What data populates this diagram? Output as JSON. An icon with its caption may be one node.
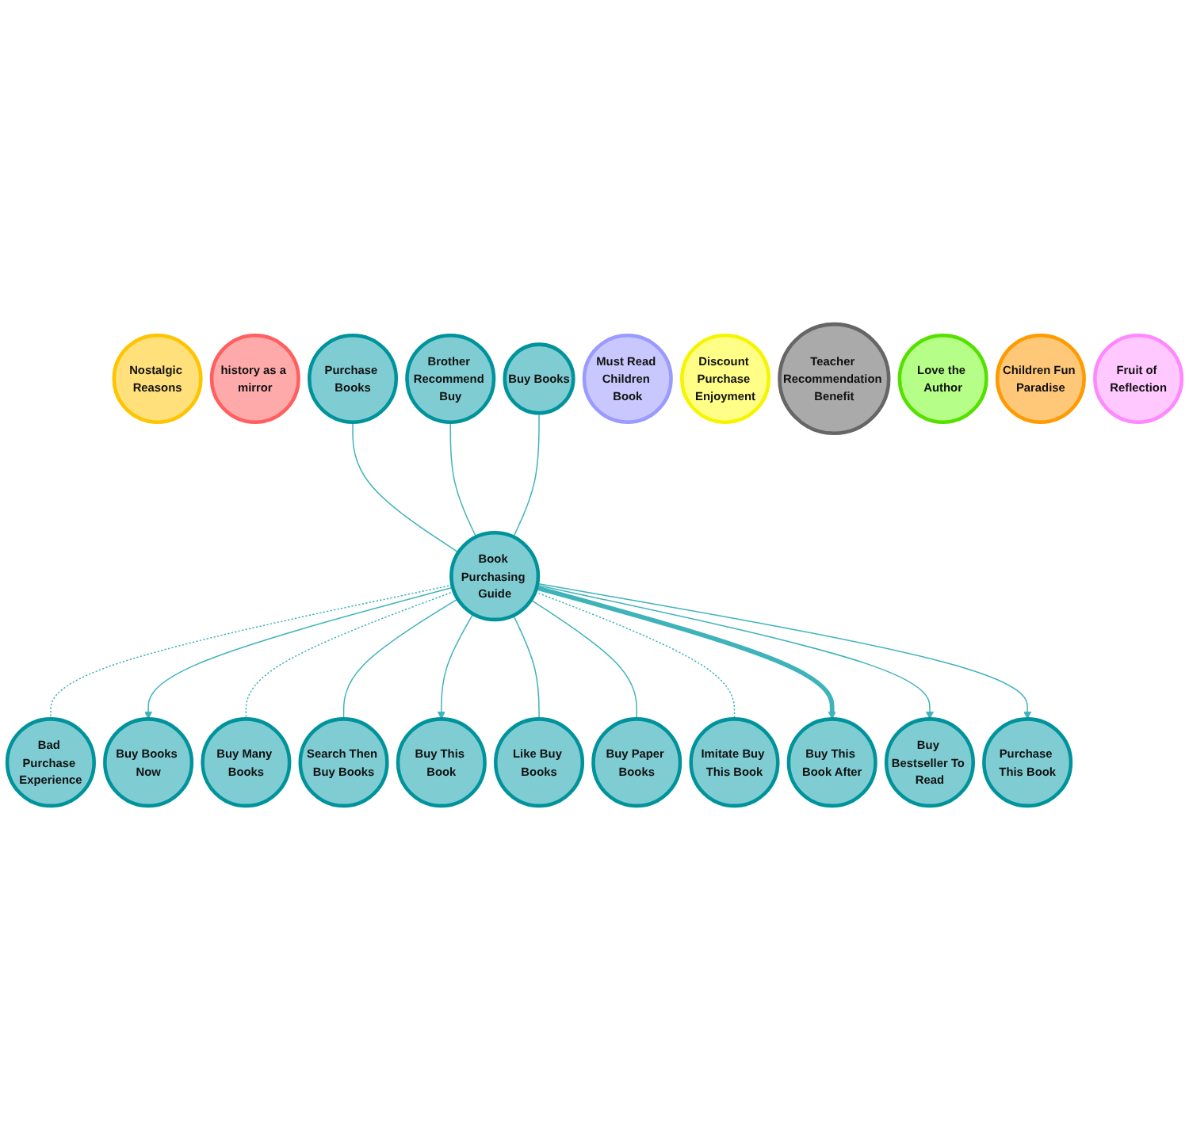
{
  "diagram": {
    "nodes": [
      {
        "text": [
          "Nostalgic Reasons"
        ]
      },
      {
        "text": [
          "history as a mirror"
        ]
      },
      {
        "text": [
          "Bad Purchase Experience"
        ]
      },
      {
        "text": [
          "Buy Books Now"
        ]
      },
      {
        "text": [
          "Buy Many Books"
        ]
      },
      {
        "text": [
          "Search Then Buy Books"
        ]
      },
      {
        "text": [
          "Buy This Book"
        ]
      },
      {
        "text": [
          "Like Buy Books"
        ]
      },
      {
        "text": [
          "Buy Paper Books"
        ]
      },
      {
        "text": [
          "Imitate Buy This Book"
        ]
      },
      {
        "text": [
          "Purchase Books"
        ]
      },
      {
        "text": [
          "Brother Recommend Buy"
        ]
      },
      {
        "text": [
          "Buy Books"
        ]
      },
      {
        "text": [
          "Must Read Children Book"
        ]
      },
      {
        "text": [
          "Book Purchasing Guide"
        ]
      },
      {
        "text": [
          "Buy This Book After"
        ]
      },
      {
        "text": [
          "Discount Purchase Enjoyment"
        ]
      },
      {
        "text": [
          "Teacher Recommendation Benefit"
        ]
      },
      {
        "text": [
          "Buy Bestseller To Read"
        ]
      },
      {
        "text": [
          "Purchase This Book"
        ]
      },
      {
        "text": [
          "Love the Author"
        ]
      },
      {
        "text": [
          "Children Fun Paradise"
        ]
      },
      {
        "text": [
          "Fruit of Reflection"
        ]
      }
    ],
    "edges": [
      {
        "from": 14,
        "to": 2,
        "arrow": "none",
        "style": "dashed"
      },
      {
        "from": 14,
        "to": 3,
        "arrow": "to"
      },
      {
        "from": 14,
        "to": 4,
        "arrow": "none",
        "style": "dashed"
      },
      {
        "from": 14,
        "to": 5,
        "arrow": "none"
      },
      {
        "from": 14,
        "to": 6,
        "arrow": "to"
      },
      {
        "from": 14,
        "to": 7,
        "arrow": "none"
      },
      {
        "from": 14,
        "to": 8,
        "arrow": "none"
      },
      {
        "from": 14,
        "to": 9,
        "arrow": "none",
        "style": "dashed"
      },
      {
        "from": 10,
        "to": 14,
        "arrow": "none"
      },
      {
        "from": 11,
        "to": 14,
        "arrow": "none"
      },
      {
        "from": 12,
        "to": 14,
        "arrow": "none"
      },
      {
        "from": 14,
        "to": 15,
        "arrow": "to",
        "style": "thick"
      },
      {
        "from": 14,
        "to": 18,
        "arrow": "to"
      },
      {
        "from": 14,
        "to": 19,
        "arrow": "to"
      }
    ]
  }
}
